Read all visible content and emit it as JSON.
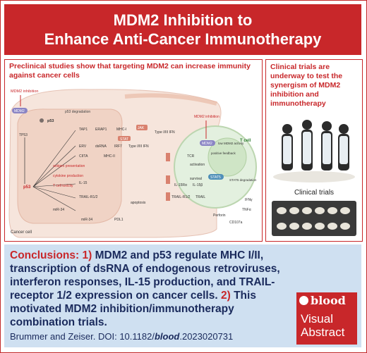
{
  "header": {
    "title_line1": "MDM2 Inhibition to",
    "title_line2": "Enhance Anti-Cancer Immunotherapy"
  },
  "left_panel": {
    "heading": "Preclinical studies show that targeting MDM2 can increase immunity against cancer cells",
    "labels": {
      "mdm2_inhibition": "MDM2 inhibition",
      "mdm2": "MDM2",
      "p53": "p53",
      "p53_degradation": "p53 degradation",
      "tp53": "TP53",
      "tap1": "TAP1",
      "erap1": "ERAP1",
      "mhc_i": "MHC-I",
      "jak": "JAK",
      "stat": "STAT",
      "type_ifn": "Type I/III IFN",
      "erv": "ERV",
      "dsrna": "dsRNA",
      "irf7": "IRF7",
      "type_ifn2": "Type I/III IFN",
      "ciita": "CIITA",
      "mhc_ii": "MHC-II",
      "antigen_presentation": "antigen presentation",
      "cytokine_production": "cytokine production",
      "t_cell_toxicity": "T cell toxicity",
      "il15": "IL-15",
      "il15ra": "IL-15Rα",
      "il15b": "IL-15β",
      "trail_r": "TRAIL-R1/2",
      "trail": "TRAIL",
      "mir34": "miR-34",
      "pdl1": "PDL1",
      "apoptosis": "apoptosis",
      "perforin": "Perforin",
      "cd107a": "CD107a",
      "tnfa": "TNFα",
      "ifng": "IFNγ",
      "cancer_cell": "Cancer cell",
      "t_cell": "T cell",
      "tcr": "TCR",
      "activation": "activation",
      "survival": "survival",
      "low_mdm2": "low MDM2 activity",
      "positive_feedback": "positive feedback",
      "stat5": "STAT5",
      "stat5_degradation": "STAT5 degradation"
    }
  },
  "right_panel": {
    "heading": "Clinical trials are underway to test the synergism of MDM2 inhibition and immunotherapy",
    "caption": "Clinical trials"
  },
  "conclusions": {
    "prefix": "Conclusions:",
    "n1": "1)",
    "text1": "MDM2 and p53 regulate MHC I/II, transcription of dsRNA of endogenous retroviruses, interferon responses, IL-15 production, and TRAIL-receptor 1/2 expression on cancer cells.",
    "n2": "2)",
    "text2": "This motivated MDM2 inhibition/immunotherapy combination trials."
  },
  "citation": {
    "authors": "Brummer and Zeiser. DOI: 10.1182/",
    "journal": "blood",
    "rest": ".2023020731"
  },
  "brand": {
    "name": "blood",
    "line1": "Visual",
    "line2": "Abstract"
  },
  "colors": {
    "red": "#c8272a",
    "navy": "#1a2a5c",
    "light_blue": "#cfe0f1",
    "tcell_green": "#e3f0df",
    "mdm2_purple": "#8a84c4"
  }
}
